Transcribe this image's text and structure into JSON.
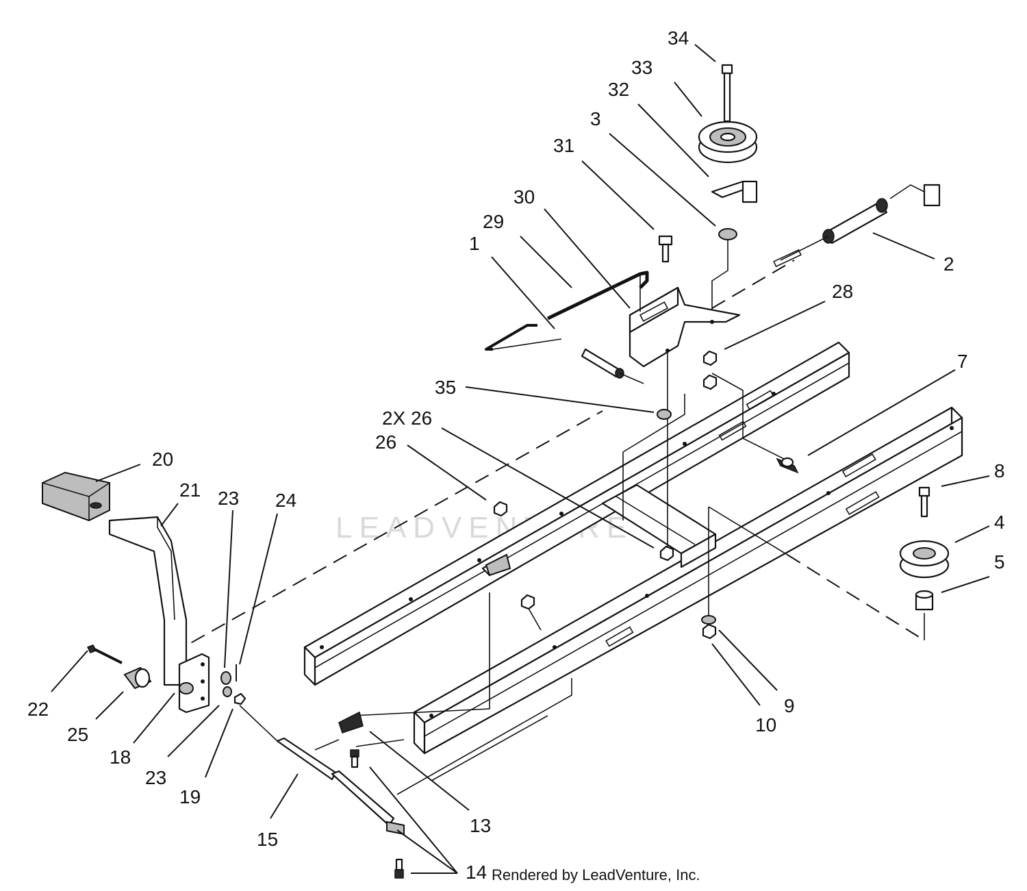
{
  "watermark": "LEADVENTURE",
  "credit": "Rendered by LeadVenture, Inc.",
  "callouts": [
    {
      "id": "c34",
      "text": "34"
    },
    {
      "id": "c33",
      "text": "33"
    },
    {
      "id": "c32",
      "text": "32"
    },
    {
      "id": "c3",
      "text": "3"
    },
    {
      "id": "c31",
      "text": "31"
    },
    {
      "id": "c30",
      "text": "30"
    },
    {
      "id": "c29",
      "text": "29"
    },
    {
      "id": "c1",
      "text": "1"
    },
    {
      "id": "c2",
      "text": "2"
    },
    {
      "id": "c28",
      "text": "28"
    },
    {
      "id": "c7",
      "text": "7"
    },
    {
      "id": "c35",
      "text": "35"
    },
    {
      "id": "c2x26",
      "text": "2X 26"
    },
    {
      "id": "c26",
      "text": "26"
    },
    {
      "id": "c20",
      "text": "20"
    },
    {
      "id": "c21",
      "text": "21"
    },
    {
      "id": "c23a",
      "text": "23"
    },
    {
      "id": "c24",
      "text": "24"
    },
    {
      "id": "c8",
      "text": "8"
    },
    {
      "id": "c4",
      "text": "4"
    },
    {
      "id": "c5",
      "text": "5"
    },
    {
      "id": "c22",
      "text": "22"
    },
    {
      "id": "c25",
      "text": "25"
    },
    {
      "id": "c18",
      "text": "18"
    },
    {
      "id": "c23b",
      "text": "23"
    },
    {
      "id": "c19",
      "text": "19"
    },
    {
      "id": "c9",
      "text": "9"
    },
    {
      "id": "c10",
      "text": "10"
    },
    {
      "id": "c15",
      "text": "15"
    },
    {
      "id": "c13",
      "text": "13"
    },
    {
      "id": "c14",
      "text": "14"
    }
  ]
}
